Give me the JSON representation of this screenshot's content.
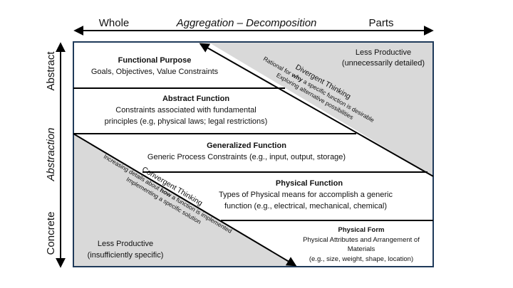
{
  "top_axis": {
    "left": "Whole",
    "center": "Aggregation – Decomposition",
    "right": "Parts"
  },
  "side_axis": {
    "top": "Abstract",
    "middle": "Abstraction",
    "bottom": "Concrete"
  },
  "levels": [
    {
      "title": "Functional Purpose",
      "lines": [
        "Goals, Objectives, Value Constraints"
      ]
    },
    {
      "title": "Abstract Function",
      "lines": [
        "Constraints associated with fundamental",
        "principles (e.g, physical laws; legal restrictions)"
      ]
    },
    {
      "title": "Generalized Function",
      "lines": [
        "Generic Process Constraints (e.g., input, output, storage)"
      ]
    },
    {
      "title": "Physical Function",
      "lines": [
        "Types of Physical means for accomplish a generic",
        "function (e.g., electrical, mechanical, chemical)"
      ]
    },
    {
      "title": "Physical Form",
      "lines": [
        "Physical Attributes and Arrangement of",
        "Materials",
        "(e.g., size, weight, shape, location)"
      ]
    }
  ],
  "upper_region": {
    "label_lines": [
      "Less Productive",
      "(unnecessarily detailed)"
    ],
    "arrow_title": "Divergent Thinking",
    "arrow_line1_pre": "Rational for ",
    "arrow_line1_em": "why",
    "arrow_line1_post": " a specific function is desirable",
    "arrow_line2": "Exploring alternative possibilities"
  },
  "lower_region": {
    "label_lines": [
      "Less Productive",
      "(insufficiently specific)"
    ],
    "arrow_title": "Convergent Thinking",
    "arrow_line1_pre": "Increasing details about ",
    "arrow_line1_em": "how",
    "arrow_line1_post": " a function is implemented",
    "arrow_line2": "Implementing a specific solution"
  },
  "colors": {
    "shade": "#d9d9d9",
    "line": "#000000",
    "frame": "#1f3a5a"
  }
}
